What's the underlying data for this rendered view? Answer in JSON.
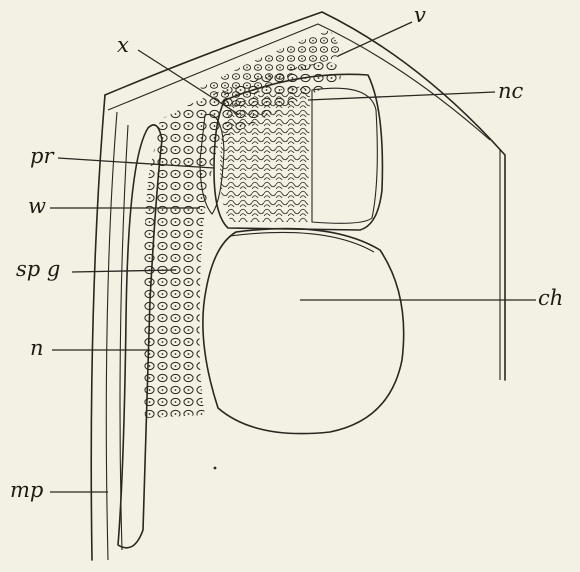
{
  "figure": {
    "labels": {
      "x": "x",
      "v": "v",
      "nc": "nc",
      "pr": "pr",
      "w": "w",
      "spg": "sp g",
      "ch": "ch",
      "n": "n",
      "mp": "mp"
    },
    "colors": {
      "paper": "#f3f0e4",
      "ink": "#2a2620"
    }
  }
}
